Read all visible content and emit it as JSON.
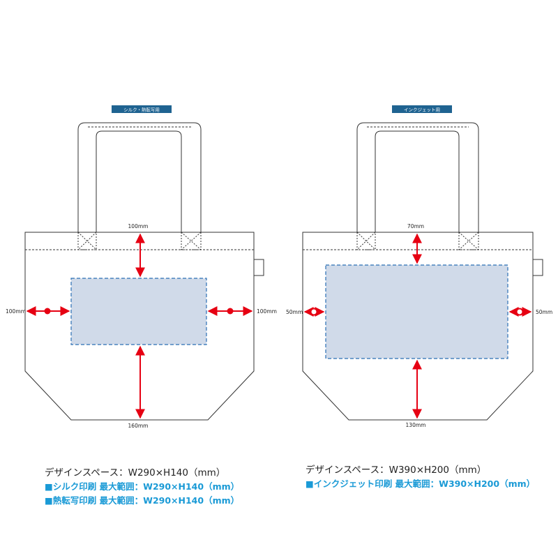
{
  "left": {
    "tag": "シルク・熱転写用",
    "dim_top": "100mm",
    "dim_left": "100mm",
    "dim_right": "100mm",
    "dim_bottom": "160mm",
    "design_space": "デザインスペース：W290×H140（mm）",
    "specs": [
      "■シルク印刷 最大範囲：W290×H140（mm）",
      "■熱転写印刷 最大範囲：W290×H140（mm）"
    ]
  },
  "right": {
    "tag": "インクジェット用",
    "dim_top": "70mm",
    "dim_left": "50mm",
    "dim_right": "50mm",
    "dim_bottom": "130mm",
    "design_space": "デザインスペース：W390×H200（mm）",
    "specs": [
      "■インクジェット印刷 最大範囲：W390×H200（mm）"
    ]
  },
  "colors": {
    "tag_bg": "#1f6391",
    "arrow": "#e60012",
    "print_area_fill": "#d0dae9",
    "print_area_border": "#2b6fb5",
    "outline": "#333333",
    "spec_text": "#1a9ad6"
  }
}
